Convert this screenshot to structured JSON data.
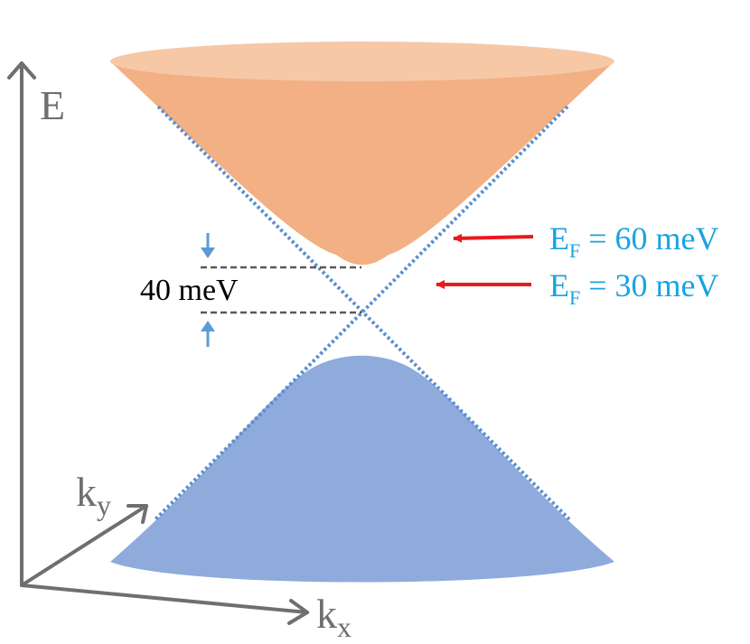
{
  "axes": {
    "energy_label": "E",
    "kx_label": "k",
    "kx_subscript": "x",
    "ky_label": "k",
    "ky_subscript": "y"
  },
  "gap": {
    "label": "40 meV"
  },
  "fermi_levels": [
    {
      "prefix": "E",
      "subscript": "F",
      "value": " = 60 meV"
    },
    {
      "prefix": "E",
      "subscript": "F",
      "value": " = 30 meV"
    }
  ],
  "colors": {
    "conduction_band": "#f2b084",
    "conduction_band_top": "#f6c8a6",
    "valence_band": "#8fabdc",
    "dirac_lines": "#5b8fce",
    "fermi_text": "#1aa3e0",
    "fermi_arrow": "#e8191f",
    "axis": "#6f6f6f",
    "gap_arrow": "#5b9bd5",
    "gap_dash": "#595959"
  }
}
